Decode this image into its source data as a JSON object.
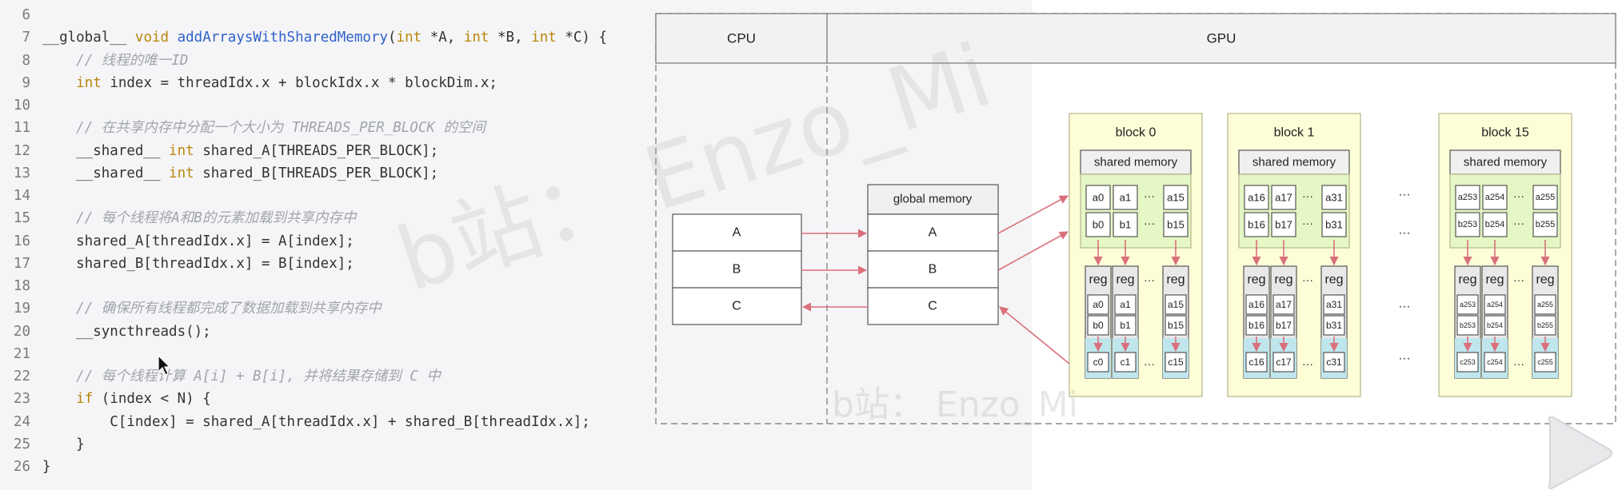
{
  "code": {
    "lines": [
      {
        "num": "6",
        "tokens": []
      },
      {
        "num": "7",
        "tokens": [
          {
            "t": "tx",
            "v": "__global__ "
          },
          {
            "t": "kw",
            "v": "void "
          },
          {
            "t": "fn",
            "v": "addArraysWithSharedMemory"
          },
          {
            "t": "tx",
            "v": "("
          },
          {
            "t": "kw",
            "v": "int "
          },
          {
            "t": "tx",
            "v": "*A, "
          },
          {
            "t": "kw",
            "v": "int "
          },
          {
            "t": "tx",
            "v": "*B, "
          },
          {
            "t": "kw",
            "v": "int "
          },
          {
            "t": "tx",
            "v": "*C) {"
          }
        ]
      },
      {
        "num": "8",
        "tokens": [
          {
            "t": "tx",
            "v": "    "
          },
          {
            "t": "cm",
            "v": "// 线程的唯一ID"
          }
        ]
      },
      {
        "num": "9",
        "tokens": [
          {
            "t": "tx",
            "v": "    "
          },
          {
            "t": "kw",
            "v": "int "
          },
          {
            "t": "tx",
            "v": "index = threadIdx.x + blockIdx.x * blockDim.x;"
          }
        ]
      },
      {
        "num": "10",
        "tokens": []
      },
      {
        "num": "11",
        "tokens": [
          {
            "t": "tx",
            "v": "    "
          },
          {
            "t": "cm",
            "v": "// 在共享内存中分配一个大小为 THREADS_PER_BLOCK 的空间"
          }
        ]
      },
      {
        "num": "12",
        "tokens": [
          {
            "t": "tx",
            "v": "    __shared__ "
          },
          {
            "t": "kw",
            "v": "int "
          },
          {
            "t": "tx",
            "v": "shared_A[THREADS_PER_BLOCK];"
          }
        ]
      },
      {
        "num": "13",
        "tokens": [
          {
            "t": "tx",
            "v": "    __shared__ "
          },
          {
            "t": "kw",
            "v": "int "
          },
          {
            "t": "tx",
            "v": "shared_B[THREADS_PER_BLOCK];"
          }
        ]
      },
      {
        "num": "14",
        "tokens": []
      },
      {
        "num": "15",
        "tokens": [
          {
            "t": "tx",
            "v": "    "
          },
          {
            "t": "cm",
            "v": "// 每个线程将A和B的元素加载到共享内存中"
          }
        ]
      },
      {
        "num": "16",
        "tokens": [
          {
            "t": "tx",
            "v": "    shared_A[threadIdx.x] = A[index];"
          }
        ]
      },
      {
        "num": "17",
        "tokens": [
          {
            "t": "tx",
            "v": "    shared_B[threadIdx.x] = B[index];"
          }
        ]
      },
      {
        "num": "18",
        "tokens": []
      },
      {
        "num": "19",
        "tokens": [
          {
            "t": "tx",
            "v": "    "
          },
          {
            "t": "cm",
            "v": "// 确保所有线程都完成了数据加载到共享内存中"
          }
        ]
      },
      {
        "num": "20",
        "tokens": [
          {
            "t": "tx",
            "v": "    __syncthreads();"
          }
        ]
      },
      {
        "num": "21",
        "tokens": []
      },
      {
        "num": "22",
        "tokens": [
          {
            "t": "tx",
            "v": "    "
          },
          {
            "t": "cm",
            "v": "// 每个线程计算 A[i] + B[i], 并将结果存储到 C 中"
          }
        ]
      },
      {
        "num": "23",
        "tokens": [
          {
            "t": "tx",
            "v": "    "
          },
          {
            "t": "kw",
            "v": "if "
          },
          {
            "t": "tx",
            "v": "(index < N) {"
          }
        ]
      },
      {
        "num": "24",
        "tokens": [
          {
            "t": "tx",
            "v": "        C[index] = shared_A[threadIdx.x] + shared_B[threadIdx.x];"
          }
        ]
      },
      {
        "num": "25",
        "tokens": [
          {
            "t": "tx",
            "v": "    }"
          }
        ]
      },
      {
        "num": "26",
        "tokens": [
          {
            "t": "tx",
            "v": "}"
          }
        ]
      }
    ]
  },
  "diagram": {
    "cpu_header": "CPU",
    "gpu_header": "GPU",
    "cpu_rows": [
      "A",
      "B",
      "C"
    ],
    "global_memory": {
      "title": "global memory",
      "rows": [
        "A",
        "B",
        "C"
      ]
    },
    "shared_label": "shared memory",
    "reg_label": "reg",
    "ellipsis": "···",
    "blocks": [
      {
        "title": "block 0",
        "a": [
          "a0",
          "a1",
          "a15"
        ],
        "b": [
          "b0",
          "b1",
          "b15"
        ],
        "c": [
          "c0",
          "c1",
          "c15"
        ]
      },
      {
        "title": "block 1",
        "a": [
          "a16",
          "a17",
          "a31"
        ],
        "b": [
          "b16",
          "b17",
          "b31"
        ],
        "c": [
          "c16",
          "c17",
          "c31"
        ]
      },
      {
        "title": "block 15",
        "a": [
          "a253",
          "a254",
          "a255"
        ],
        "b": [
          "b253",
          "b254",
          "b255"
        ],
        "c": [
          "c253",
          "c254",
          "c255"
        ]
      }
    ],
    "colors": {
      "block_fill": "#fdfdd8",
      "block_stroke": "#b5b58a",
      "shared_fill": "#e5f7c4",
      "reg_top_fill": "#e8e8e8",
      "reg_bottom_fill": "#bfe6ec",
      "arrow": "#d9707b",
      "box_stroke": "#555555",
      "header_fill": "#f2f2f2"
    }
  },
  "watermark": {
    "text_large": "b站： Enzo_Mi",
    "text_small": "b站： Enzo_Mi"
  }
}
